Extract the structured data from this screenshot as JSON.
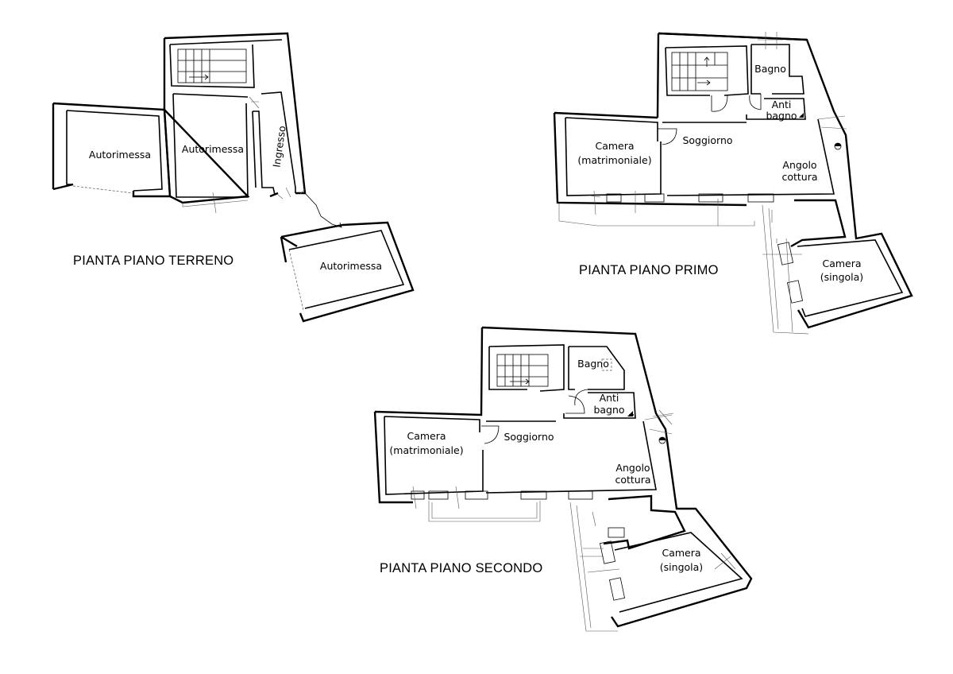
{
  "floors": {
    "ground": {
      "title": "PIANTA PIANO TERRENO",
      "rooms": {
        "autorimessa_left": "Autorimessa",
        "autorimessa_center": "Autorimessa",
        "ingresso": "Ingresso",
        "autorimessa_detached": "Autorimessa"
      }
    },
    "first": {
      "title": "PIANTA PIANO PRIMO",
      "rooms": {
        "bagno": "Bagno",
        "antibagno_line1": "Anti",
        "antibagno_line2": "bagno",
        "camera_matrimoniale_line1": "Camera",
        "camera_matrimoniale_line2": "(matrimoniale)",
        "soggiorno": "Soggiorno",
        "angolo_cottura_line1": "Angolo",
        "angolo_cottura_line2": "cottura",
        "camera_singola_line1": "Camera",
        "camera_singola_line2": "(singola)"
      }
    },
    "second": {
      "title": "PIANTA PIANO SECONDO",
      "rooms": {
        "bagno": "Bagno",
        "antibagno_line1": "Anti",
        "antibagno_line2": "bagno",
        "camera_matrimoniale_line1": "Camera",
        "camera_matrimoniale_line2": "(matrimoniale)",
        "soggiorno": "Soggiorno",
        "angolo_cottura_line1": "Angolo",
        "angolo_cottura_line2": "cottura",
        "camera_singola_line1": "Camera",
        "camera_singola_line2": "(singola)"
      }
    }
  },
  "colors": {
    "line": "#000000",
    "background": "#ffffff"
  }
}
